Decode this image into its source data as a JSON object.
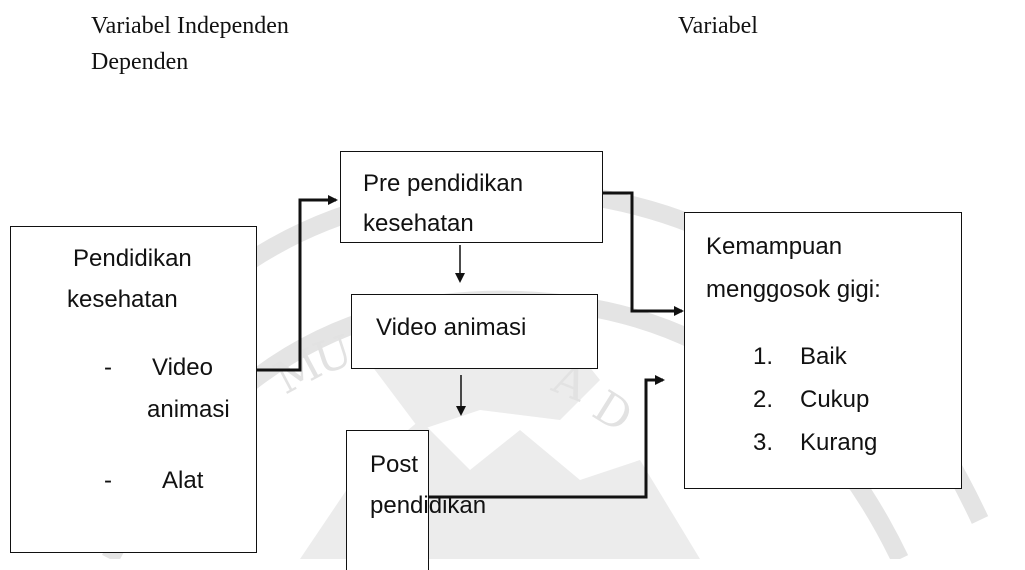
{
  "headings": {
    "independent_line1": "Variabel Independen",
    "independent_line2": "Dependen",
    "dependent": "Variabel"
  },
  "box_left": {
    "line1": "Pendidikan",
    "line2": "kesehatan",
    "bullet": "-",
    "item1_line1": "Video",
    "item1_line2": "animasi",
    "item2": "Alat"
  },
  "box_pre": {
    "line1": "Pre pendidikan",
    "line2": "kesehatan"
  },
  "box_video": {
    "label": "Video animasi"
  },
  "box_post": {
    "line1": "Post",
    "line2": "pendidikan"
  },
  "box_outcome": {
    "line1": "Kemampuan",
    "line2": "menggosok gigi:",
    "items": [
      {
        "num": "1.",
        "label": "Baik"
      },
      {
        "num": "2.",
        "label": "Cukup"
      },
      {
        "num": "3.",
        "label": "Kurang"
      }
    ]
  },
  "colors": {
    "ink": "#111111",
    "watermark": "#e6e6e6"
  }
}
